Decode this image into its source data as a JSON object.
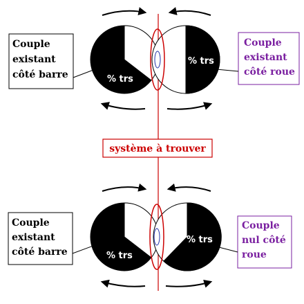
{
  "colors": {
    "black": "#000000",
    "purple": "#7a1fa0",
    "red": "#cc0000"
  },
  "top": {
    "left_box": [
      "Couple",
      "existant",
      "côté barre"
    ],
    "right_box": [
      "Couple",
      "existant",
      "côté roue"
    ],
    "left_pie_label": "% trs",
    "right_pie_label": "% trs"
  },
  "center": {
    "label": "système à trouver"
  },
  "bottom": {
    "left_box": [
      "Couple",
      "existant",
      "côté barre"
    ],
    "right_box": [
      "Couple",
      "nul côté",
      "roue"
    ],
    "left_pie_label": "% trs",
    "right_pie_label": "% trs"
  }
}
